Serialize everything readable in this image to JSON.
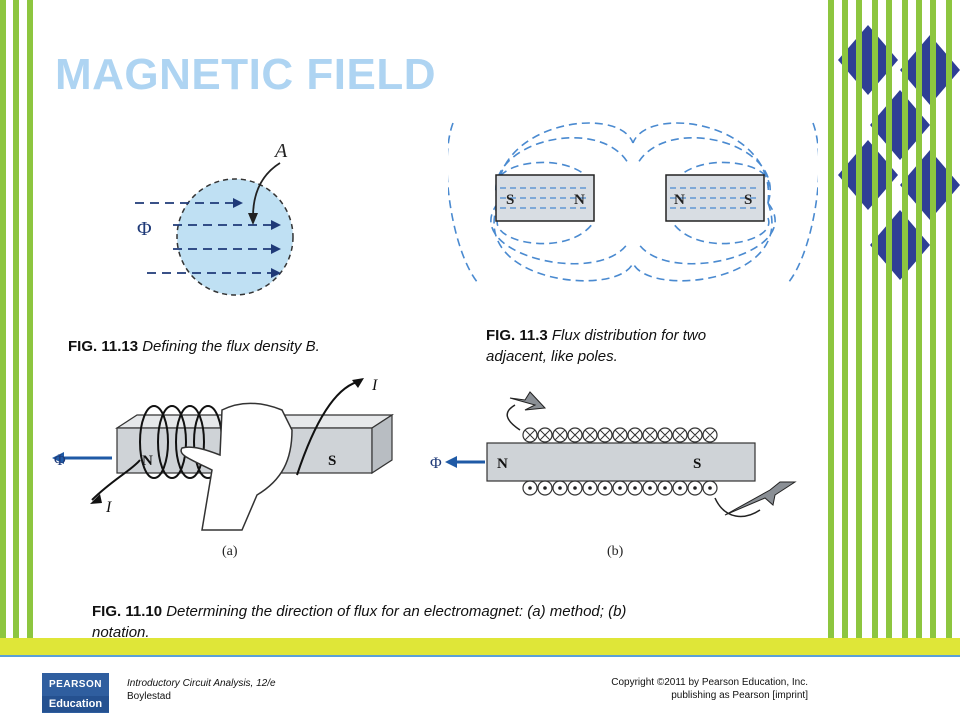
{
  "slide": {
    "title": "MAGNETIC FIELD",
    "captions": {
      "fig1113": {
        "number": "FIG. 11.13",
        "text": " Defining the flux density B."
      },
      "fig113_line1_number": "FIG. 11.3",
      "fig113_line1_text": " Flux distribution for two",
      "fig113_line2_text": "adjacent, like poles.",
      "fig1110_line1_number": "FIG. 11.10",
      "fig1110_line1_text": " Determining the direction of flux for an electromagnet: (a) method; (b)",
      "fig1110_line2_text": "notation."
    },
    "figures": {
      "flux_density": {
        "phi": "Φ",
        "area": "A"
      },
      "like_poles": {
        "s1": "S",
        "n1": "N",
        "n2": "N",
        "s2": "S"
      },
      "electromagnet_a": {
        "phi": "Φ",
        "n": "N",
        "s": "S",
        "i_top": "I",
        "i_bottom": "I",
        "label": "(a)"
      },
      "electromagnet_b": {
        "phi": "Φ",
        "n": "N",
        "s": "S",
        "label": "(b)"
      }
    },
    "colors": {
      "accent_green": "#8dc63f",
      "title_blue": "#aed4f2",
      "footer_yellow": "#dfe638",
      "pearson_blue": "#2f5e9f"
    }
  },
  "footer": {
    "logo_line1": "PEARSON",
    "logo_line2": "Education",
    "book_title": "Introductory Circuit Analysis, 12/e",
    "author": "Boylestad",
    "copyright_line1": "Copyright ©2011 by Pearson Education, Inc.",
    "copyright_line2": "publishing as Pearson [imprint]"
  }
}
